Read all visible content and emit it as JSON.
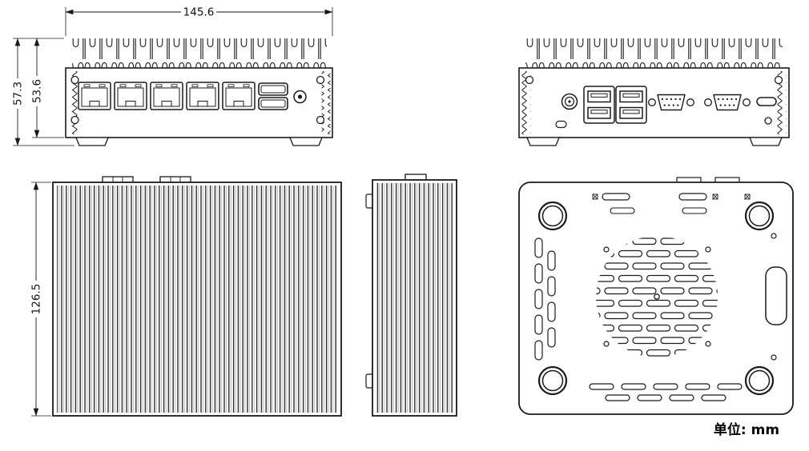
{
  "drawing": {
    "unit_label": "单位: mm",
    "dims": {
      "width": "145.6",
      "height_total": "57.3",
      "height_body": "53.6",
      "depth": "126.5"
    },
    "colors": {
      "line": "#1a1a1a",
      "background": "#ffffff"
    }
  }
}
